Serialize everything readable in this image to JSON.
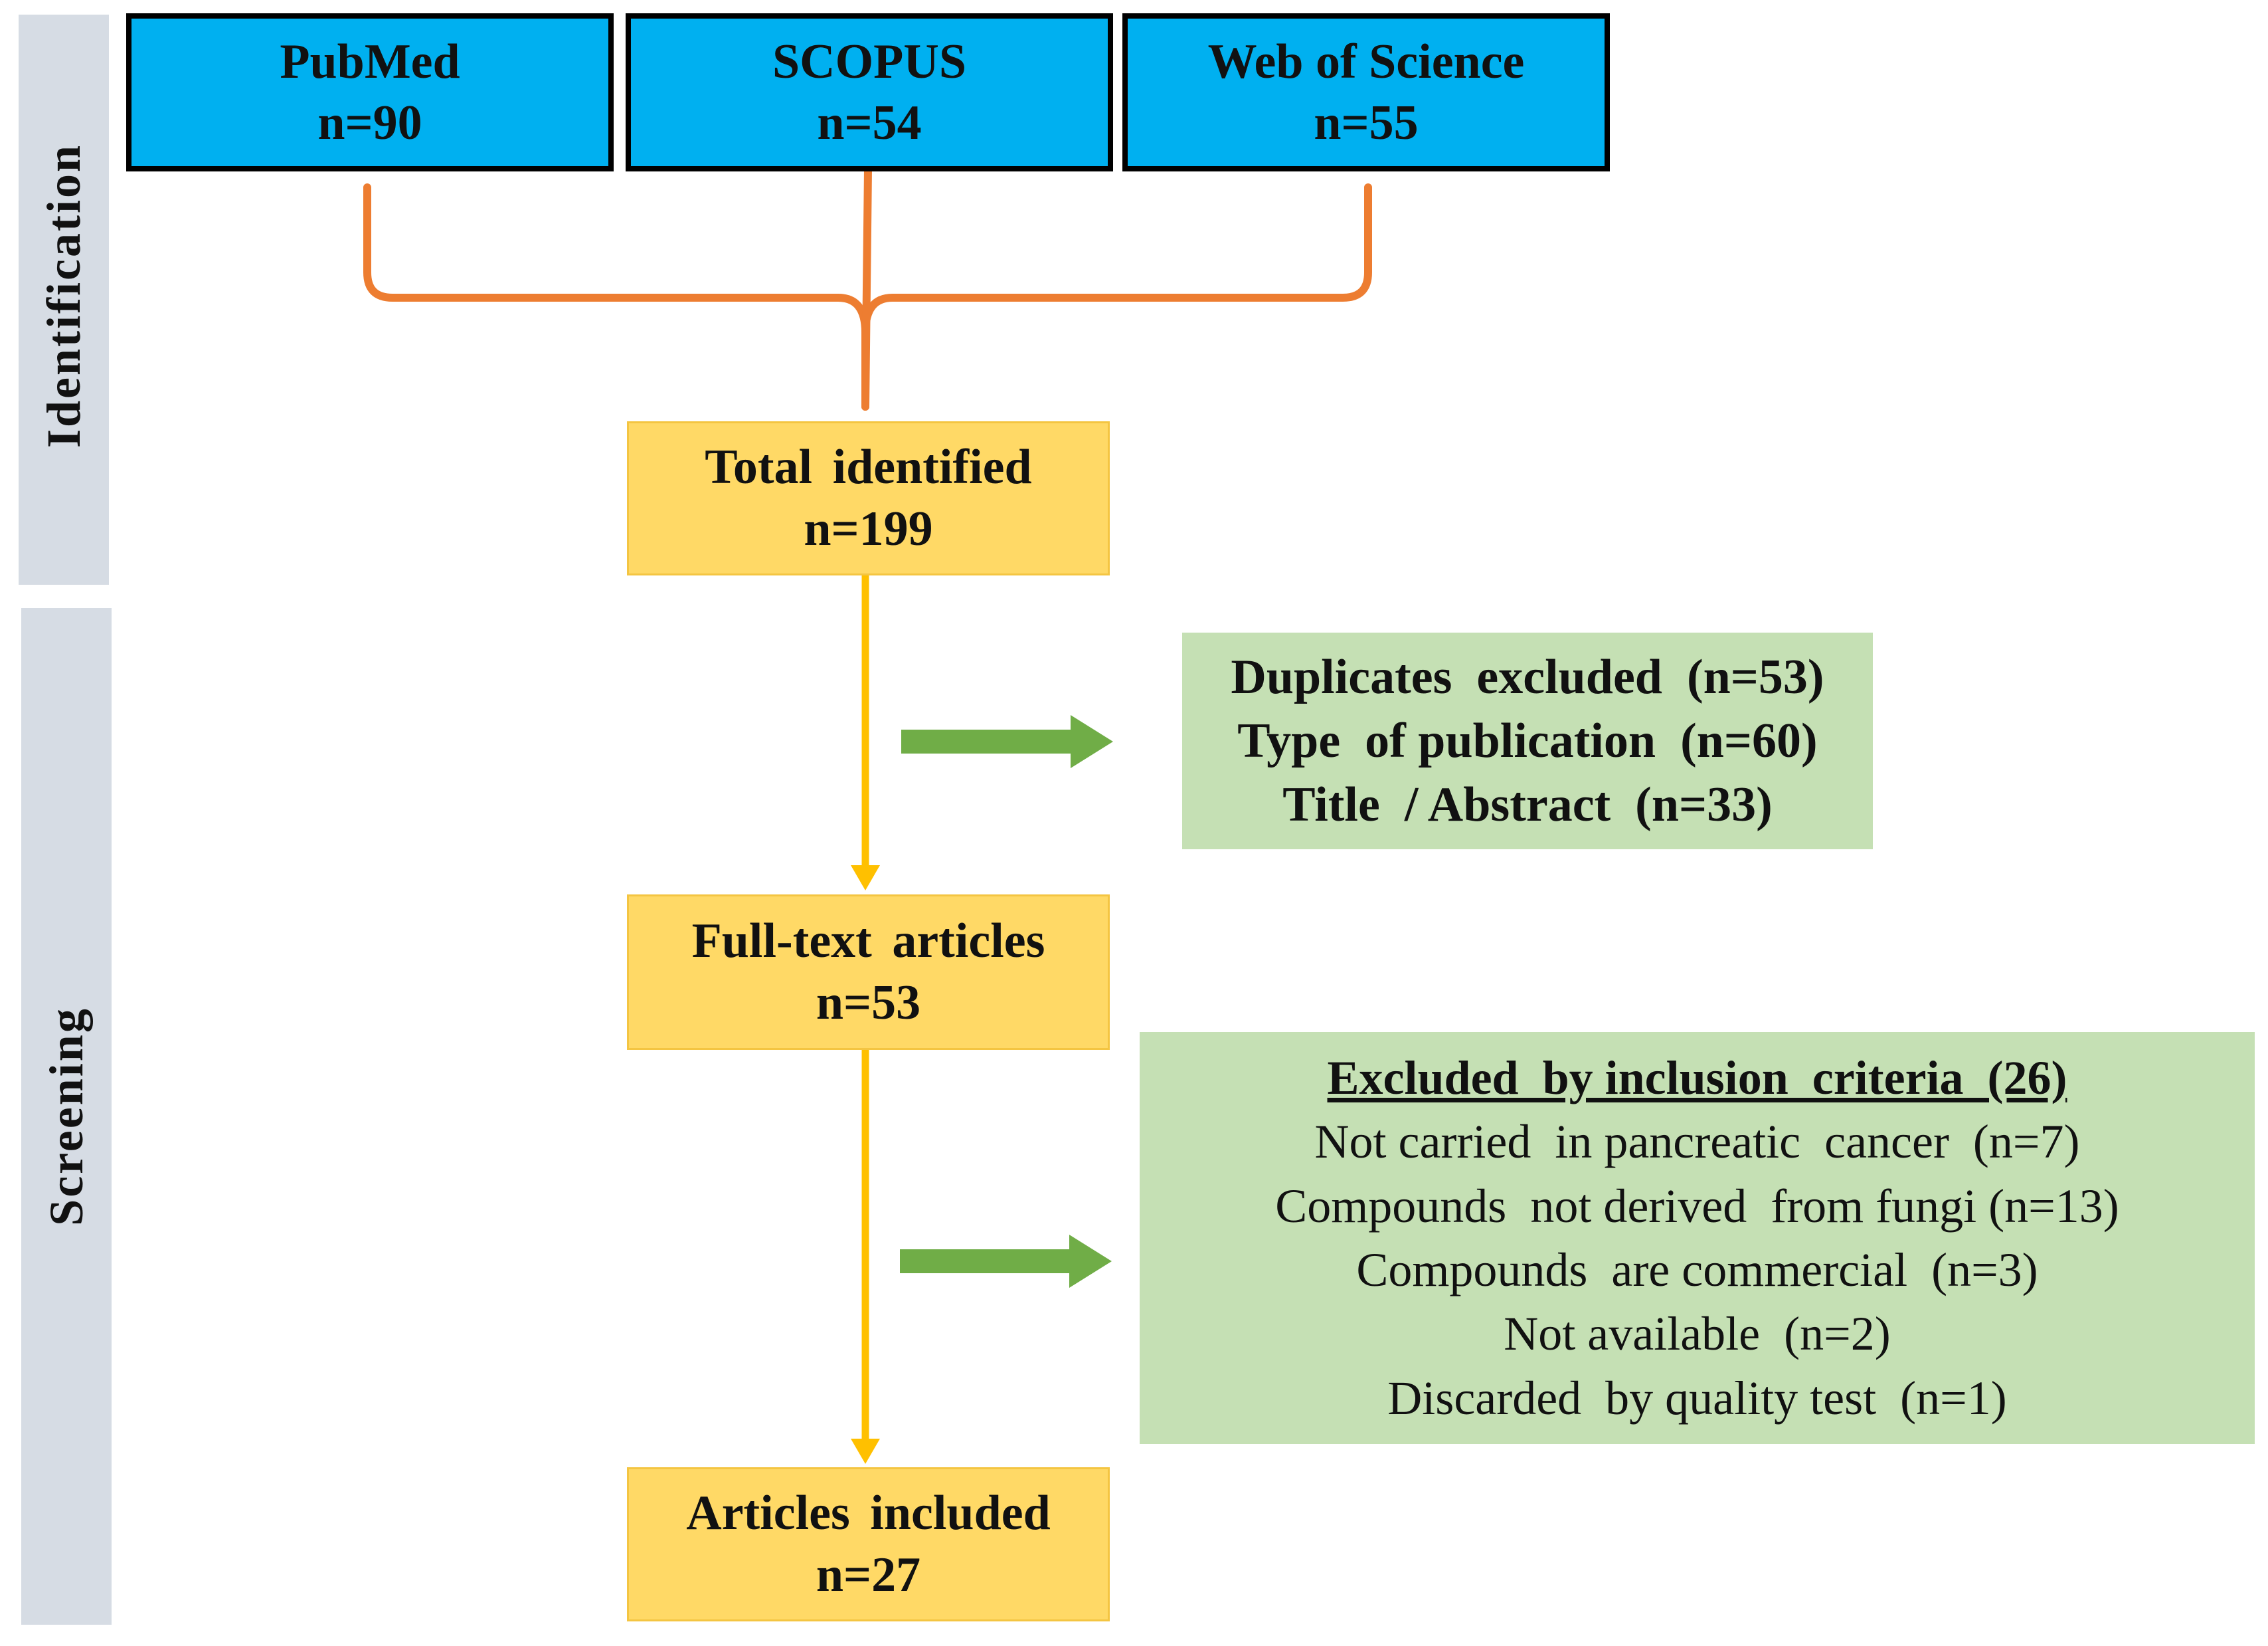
{
  "phases": {
    "identification": "Identification",
    "screening": "Screening"
  },
  "sources": [
    {
      "name": "PubMed",
      "count": "n=90"
    },
    {
      "name": "SCOPUS",
      "count": "n=54"
    },
    {
      "name": "Web of Science",
      "count": "n=55"
    }
  ],
  "stages": {
    "total": {
      "label": "Total identified",
      "count": "n=199"
    },
    "fulltext": {
      "label": "Full-text articles",
      "count": "n=53"
    },
    "included": {
      "label": "Articles included",
      "count": "n=27"
    }
  },
  "exclusions_first": [
    "Duplicates  excluded  (n=53)",
    "Type  of publication  (n=60)",
    "Title  / Abstract  (n=33)"
  ],
  "exclusions_second": {
    "title": "Excluded  by inclusion  criteria  (26)",
    "items": [
      "Not carried  in pancreatic  cancer  (n=7)",
      "Compounds  not derived  from fungi (n=13)",
      "Compounds  are commercial  (n=3)",
      "Not available  (n=2)",
      "Discarded  by quality test  (n=1)"
    ]
  },
  "colors": {
    "source_fill": "#00b0f0",
    "stage_fill": "#ffd966",
    "exclusion_fill": "#c5e0b4",
    "phase_bar": "#d6dce4",
    "brace_line": "#ed7d31",
    "flow_arrow": "#ffc000",
    "exclusion_arrow": "#70ad47"
  }
}
